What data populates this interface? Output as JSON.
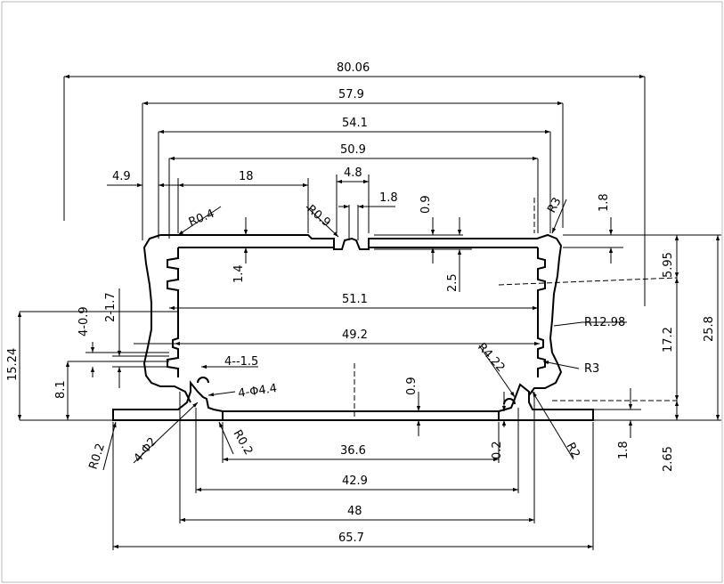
{
  "drawing": {
    "dims": {
      "d_80_06": "80.06",
      "d_57_9": "57.9",
      "d_54_1": "54.1",
      "d_50_9": "50.9",
      "d_4_9": "4.9",
      "d_18": "18",
      "d_4_8": "4.8",
      "d_1_8_top": "1.8",
      "d_0_9_top": "0.9",
      "d_1_8_right": "1.8",
      "d_R0_4": "R0.4",
      "d_R0_9": "R0.9",
      "d_R3_top": "R3",
      "d_1_4": "1.4",
      "d_2_5": "2.5",
      "d_5_95": "5.95",
      "d_51_1": "51.1",
      "d_R12_98": "R12.98",
      "d_49_2": "49.2",
      "d_17_2": "17.2",
      "d_25_8": "25.8",
      "d_15_24": "15.24",
      "d_4_0_9": "4-0.9",
      "d_2_1_7": "2-1.7",
      "d_8_1": "8.1",
      "d_4_1_5": "4--1.5",
      "d_4_phi4_4": "4-Φ4.4",
      "d_R4_22": "R4.22",
      "d_R3_right": "R3",
      "d_0_9_bottom": "0.9",
      "d_R0_2_left": "R0.2",
      "d_4_phi2": "4-Φ2",
      "d_R0_2_mid": "R0.2",
      "d_36_6": "36.6",
      "d_0_2": "0.2",
      "d_R2": "R2",
      "d_1_8_bottom": "1.8",
      "d_2_65": "2.65",
      "d_42_9": "42.9",
      "d_48": "48",
      "d_65_7": "65.7"
    }
  }
}
